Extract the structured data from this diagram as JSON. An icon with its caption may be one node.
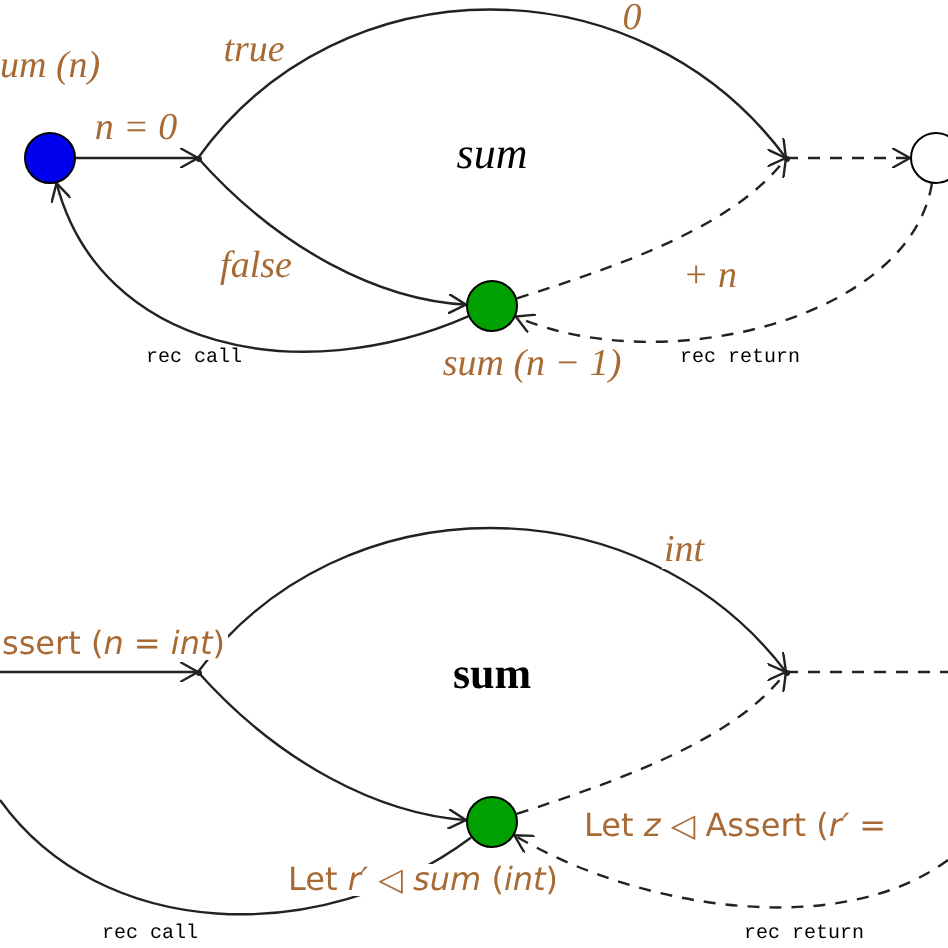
{
  "diagram": {
    "nodes": [
      {
        "text": [
          "um (n)"
        ]
      },
      {
        "text": [],
        "shape": "point"
      },
      {
        "text": [],
        "shape": "point"
      },
      {
        "text": [
          "sum (n − 1)"
        ]
      },
      {
        "text": [],
        "shape": "circle"
      },
      {
        "text": [],
        "shape": "point"
      },
      {
        "text": [],
        "shape": "point"
      },
      {
        "text": [],
        "shape": "circle"
      }
    ],
    "edges": [
      {
        "from": 0,
        "to": 1,
        "arrow": "to",
        "label": "n = 0"
      },
      {
        "from": 1,
        "to": 2,
        "arrow": "to",
        "label": "true"
      },
      {
        "from": 1,
        "to": 3,
        "arrow": "to",
        "label": "false"
      },
      {
        "from": 3,
        "to": 2,
        "arrow": "to",
        "label": "+ n",
        "style": "dashed"
      },
      {
        "from": 2,
        "to": 4,
        "arrow": "to",
        "style": "dashed"
      },
      {
        "from": 4,
        "to": 3,
        "arrow": "to",
        "style": "dashed"
      },
      {
        "from": 3,
        "to": 0,
        "arrow": "to"
      },
      {
        "from": null,
        "to": 5,
        "arrow": "to",
        "label": "ssert (*n* = *int*)"
      },
      {
        "from": 5,
        "to": 6,
        "arrow": "to",
        "label": "int"
      },
      {
        "from": 5,
        "to": 7,
        "arrow": "to"
      },
      {
        "from": 7,
        "to": 6,
        "arrow": "to",
        "style": "dashed"
      },
      {
        "from": 6,
        "to": null,
        "arrow": "none",
        "style": "dashed"
      },
      {
        "from": null,
        "to": 7,
        "arrow": "to",
        "label": "Let *z* ◁ Assert (*r′* =",
        "style": "dashed"
      },
      {
        "from": 7,
        "to": null,
        "arrow": "none",
        "label": "Let *r′* ◁ *sum* (*int*)"
      }
    ],
    "labels": [
      "0",
      "sum",
      "rec call",
      "rec return",
      "sum",
      "rec call",
      "rec return"
    ]
  }
}
